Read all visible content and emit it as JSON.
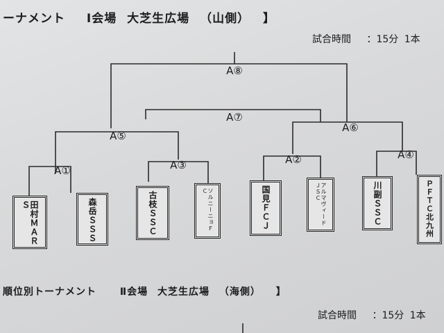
{
  "header": {
    "prefix": "ーナメント",
    "hall": "Ⅰ会場",
    "venue": "大芝生広場",
    "side": "（山側）",
    "bracket_close": "】"
  },
  "time_top": {
    "label": "試合時間",
    "value": "：15分",
    "suffix": "1本"
  },
  "matches": {
    "a8": "A⑧",
    "a7": "A⑦",
    "a5": "A⑤",
    "a6": "A⑥",
    "a1": "A①",
    "a3": "A③",
    "a2": "A②",
    "a4": "A④"
  },
  "teams": [
    "田村ＭＡＲＳ",
    "森岳ＳＳＳ",
    "古枝ＳＳＣ",
    "ソルニーニョＦＣ",
    "国見ＦＣＪ",
    "アルマヴィードＪＳＣ",
    "川副ＳＳＣ",
    "ＰＦＴＣ北九州"
  ],
  "section2": {
    "title": "順位別トーナメント",
    "hall": "Ⅱ会場",
    "venue": "大芝生広場",
    "side": "（海側）",
    "bracket_close": "】"
  },
  "time_bottom": {
    "label": "試合時間",
    "value": "：15分",
    "suffix": "1本"
  }
}
